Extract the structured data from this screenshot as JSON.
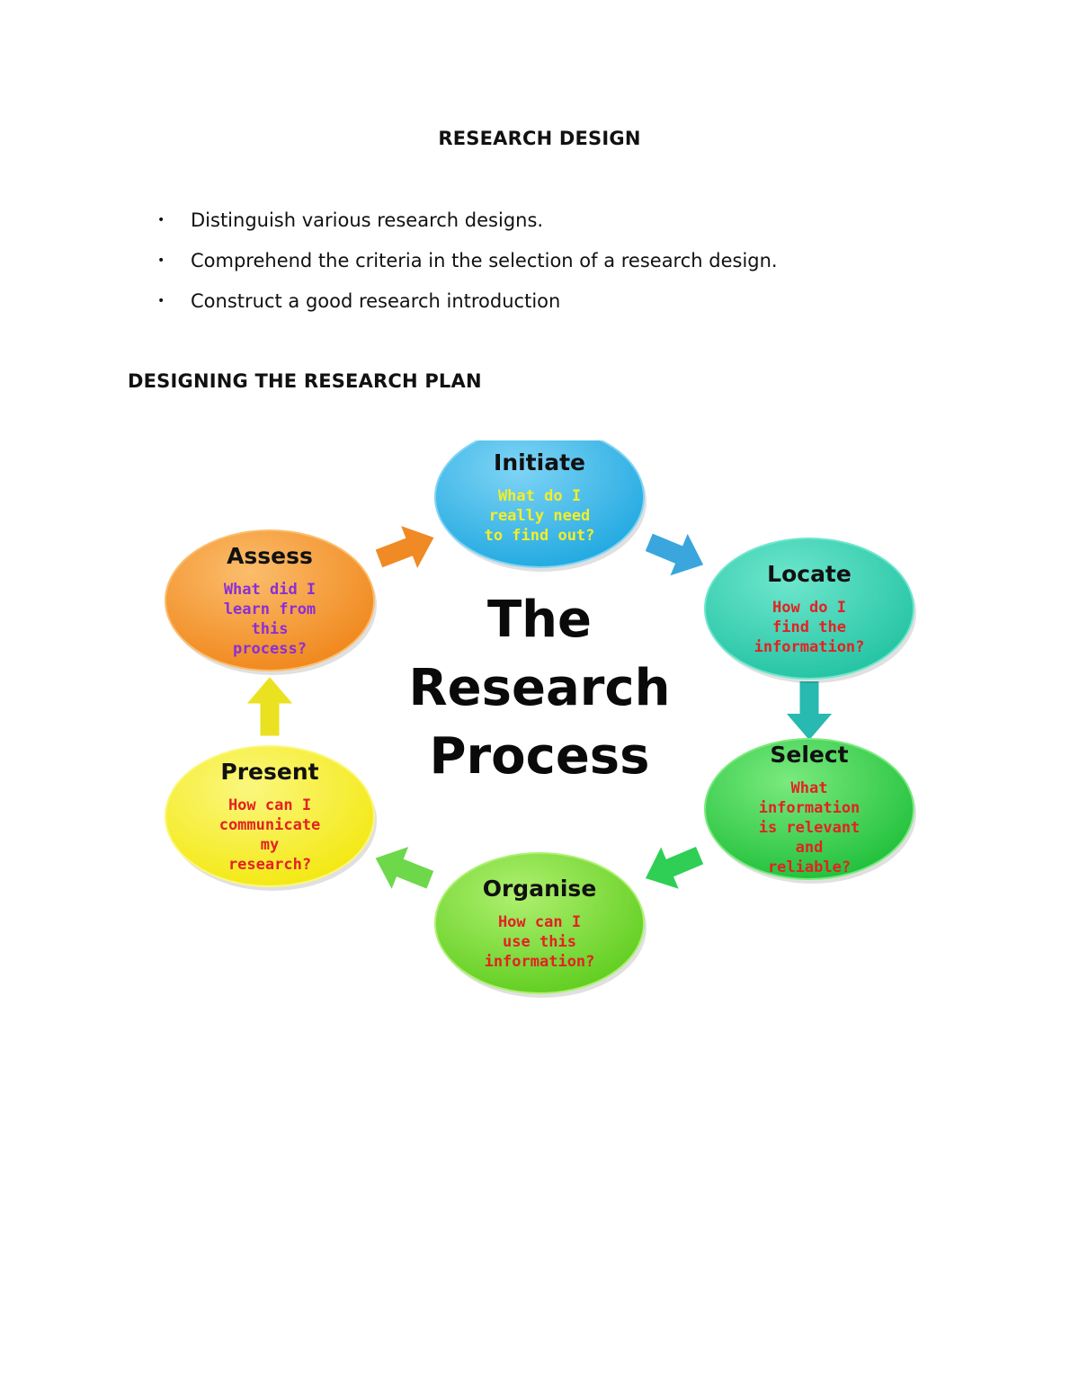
{
  "document": {
    "title": "RESEARCH DESIGN",
    "objectives": [
      "Distinguish various research designs.",
      "Comprehend the criteria in the selection of a research design.",
      "Construct a good research introduction"
    ],
    "bullet_symbol": "•",
    "section_heading": "DESIGNING THE RESEARCH PLAN"
  },
  "diagram": {
    "center_lines": [
      "The",
      "Research",
      "Process"
    ],
    "nodes": [
      {
        "key": "initiate",
        "title": "Initiate",
        "question_lines": [
          "What do I",
          "really need",
          "to find out?"
        ],
        "fill": "#1fa8e0",
        "fill_light": "#7fd4f5",
        "question_color": "#f2ee2a"
      },
      {
        "key": "locate",
        "title": "Locate",
        "question_lines": [
          "How do I",
          "find the",
          "information?"
        ],
        "fill": "#22c3a2",
        "fill_light": "#6ee6cd",
        "question_color": "#e32222"
      },
      {
        "key": "select",
        "title": "Select",
        "question_lines": [
          "What",
          "information",
          "is relevant",
          "and",
          "reliable?"
        ],
        "fill": "#1fbf3a",
        "fill_light": "#7aea7e",
        "question_color": "#e32222"
      },
      {
        "key": "organise",
        "title": "Organise",
        "question_lines": [
          "How can I",
          "use this",
          "information?"
        ],
        "fill": "#5fcd1e",
        "fill_light": "#aef06f",
        "question_color": "#e32222"
      },
      {
        "key": "present",
        "title": "Present",
        "question_lines": [
          "How can I",
          "communicate",
          "my",
          "research?"
        ],
        "fill": "#f3e80f",
        "fill_light": "#fbf77e",
        "question_color": "#e32222"
      },
      {
        "key": "assess",
        "title": "Assess",
        "question_lines": [
          "What did I",
          "learn from",
          "this",
          "process?"
        ],
        "fill": "#f0861a",
        "fill_light": "#fbbd6c",
        "question_color": "#8a2fd6"
      }
    ],
    "arrows": [
      {
        "from": "initiate",
        "to": "locate",
        "color": "#3aa6dd"
      },
      {
        "from": "locate",
        "to": "select",
        "color": "#28b9b0"
      },
      {
        "from": "select",
        "to": "organise",
        "color": "#2fcf55"
      },
      {
        "from": "organise",
        "to": "present",
        "color": "#6dd84a"
      },
      {
        "from": "present",
        "to": "assess",
        "color": "#eae221"
      },
      {
        "from": "assess",
        "to": "initiate",
        "color": "#ef8a25"
      }
    ]
  }
}
